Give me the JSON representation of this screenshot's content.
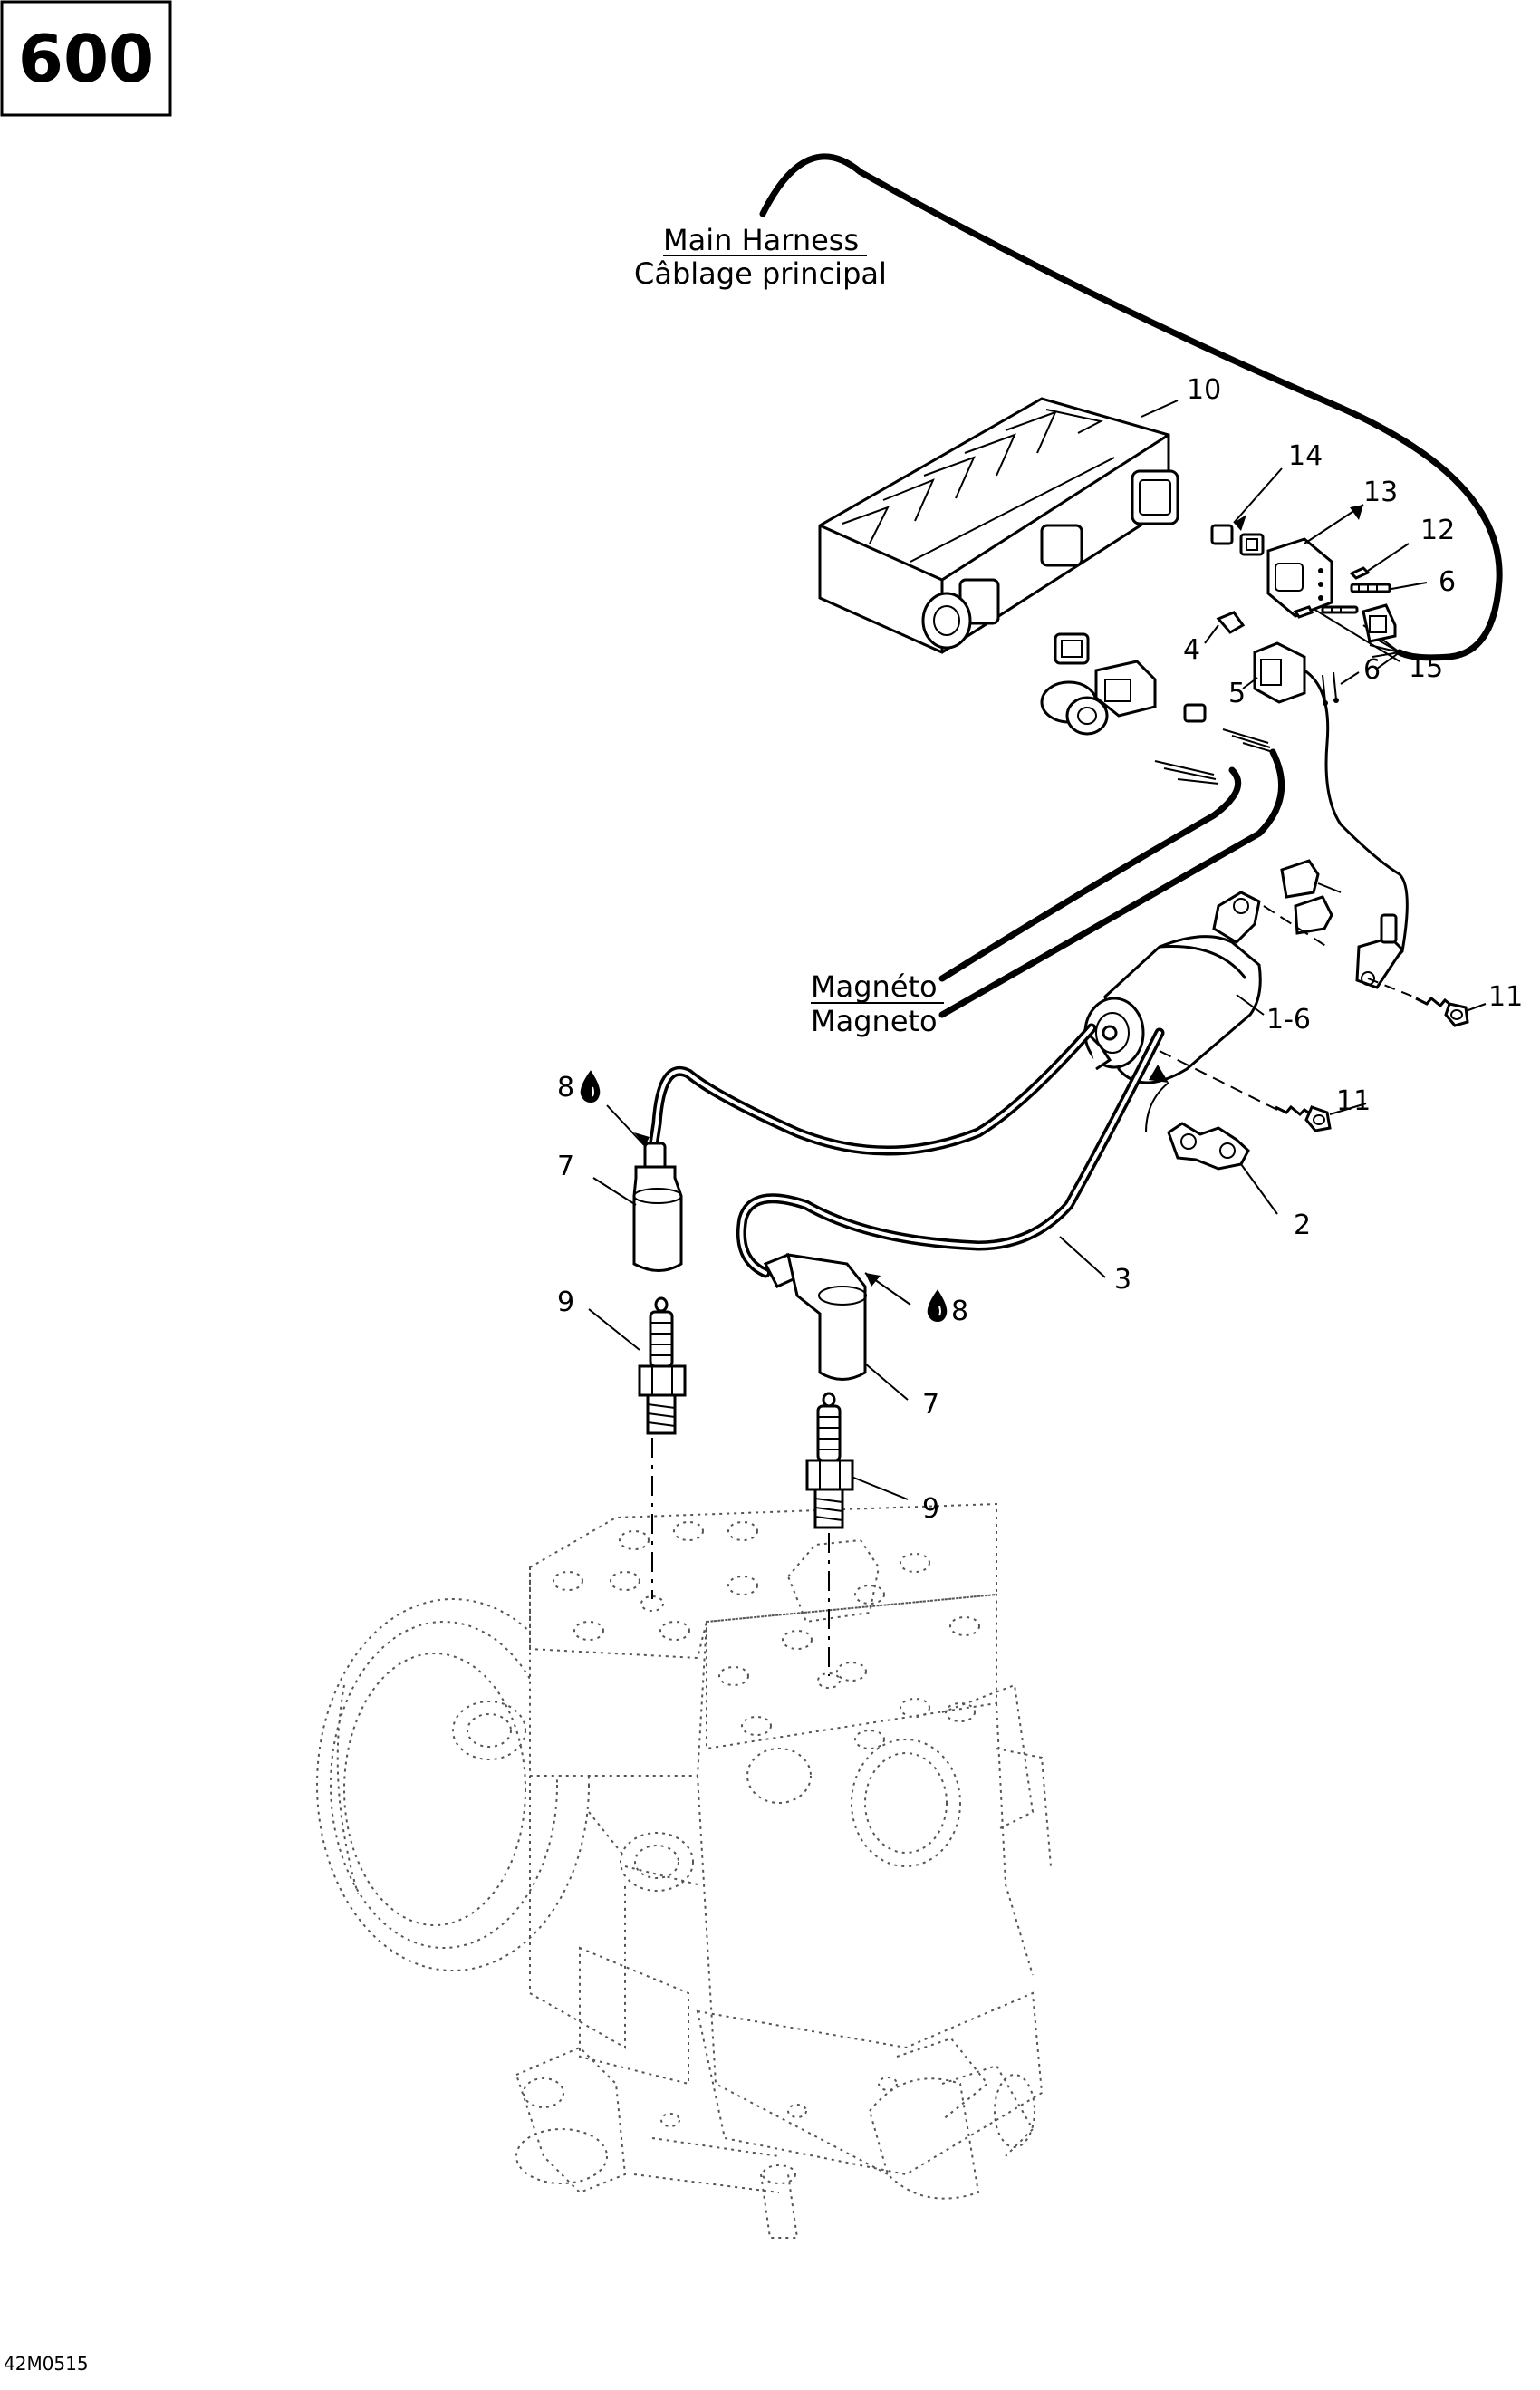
{
  "page": {
    "section_code": "600",
    "figure_id": "42M0515"
  },
  "labels": {
    "main_harness_en": "Main Harness",
    "main_harness_fr": "Câblage principal",
    "magneto_fr": "Magnéto",
    "magneto_en": "Magneto"
  },
  "callouts": {
    "c10": "10",
    "c14": "14",
    "c13": "13",
    "c12": "12",
    "c6a": "6",
    "c15": "15",
    "c6b": "6",
    "c4": "4",
    "c5": "5",
    "c11a": "11",
    "c1_6": "1-6",
    "c11b": "11",
    "c2": "2",
    "c3": "3",
    "c8a": "8",
    "c8b": "8",
    "c7a": "7",
    "c7b": "7",
    "c9a": "9",
    "c9b": "9"
  },
  "colors": {
    "ink": "#000000",
    "ghost_engine": "#555555",
    "background": "#ffffff"
  },
  "icons": {
    "lubricant": "oil-drop-icon"
  }
}
